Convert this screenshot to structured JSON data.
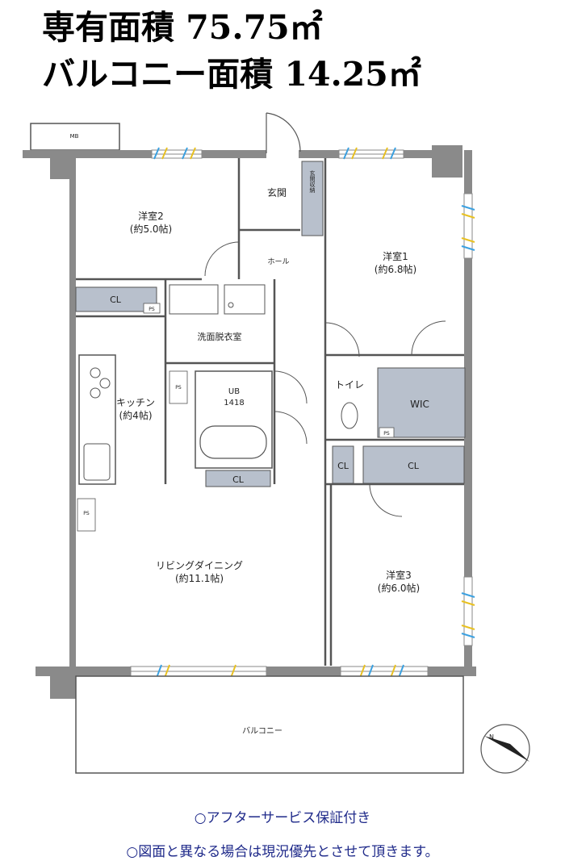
{
  "header": {
    "area_line": "専有面積 75.75㎡",
    "balcony_line": "バルコニー面積 14.25㎡"
  },
  "rooms": {
    "mb": "MB",
    "genkan": "玄関",
    "genkan_storage": "玄関収納",
    "western2_name": "洋室2",
    "western2_size": "(約5.0帖)",
    "hall": "ホール",
    "western1_name": "洋室1",
    "western1_size": "(約6.8帖)",
    "cl": "CL",
    "ps": "PS",
    "washroom": "洗面脱衣室",
    "kitchen_name": "キッチン",
    "kitchen_size": "(約4帖)",
    "ub_name": "UB",
    "ub_size": "1418",
    "toilet": "トイレ",
    "wic": "WIC",
    "living_name": "リビングダイニング",
    "living_size": "(約11.1帖)",
    "western3_name": "洋室3",
    "western3_size": "(約6.0帖)",
    "balcony": "バルコニー",
    "north": "N"
  },
  "colors": {
    "wall": "#8a8a8a",
    "storage": "#b8c0cc",
    "note_text": "#1f2a8a",
    "window_blue": "#3aa0e0",
    "window_yellow": "#e8c020"
  },
  "notes": {
    "line1": "○アフターサービス保証付き",
    "line2": "○図面と異なる場合は現況優先とさせて頂きます。"
  }
}
